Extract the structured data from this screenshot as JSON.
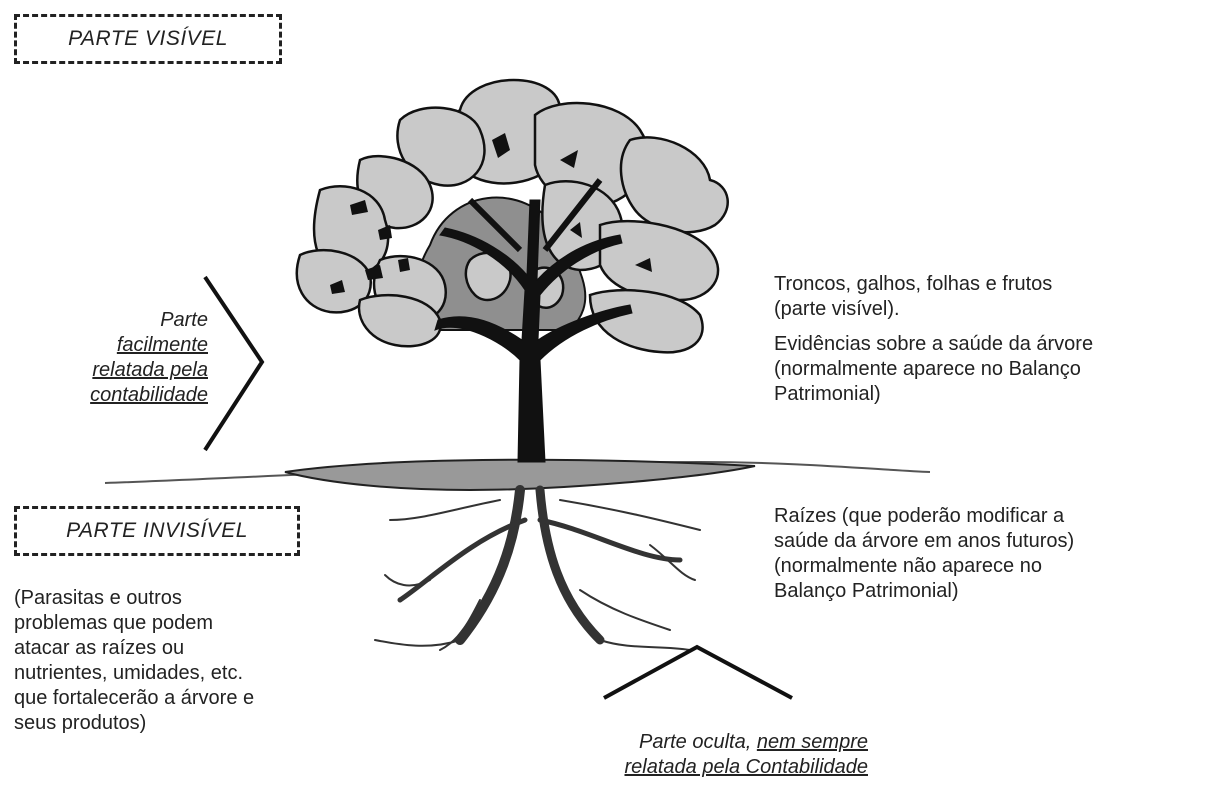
{
  "labels": {
    "visible_box": "PARTE VISÍVEL",
    "invisible_box": "PARTE INVISÍVEL"
  },
  "left_visible_note": {
    "line1": "Parte",
    "line2": "facilmente",
    "line3": "relatada pela",
    "line4": "contabilidade"
  },
  "right_top": {
    "line1": "Troncos, galhos, folhas e frutos",
    "line2": "(parte visível).",
    "line3": "Evidências sobre a saúde da árvore",
    "line4": "(normalmente aparece no Balanço",
    "line5": "Patrimonial)"
  },
  "right_bottom": {
    "line1": "Raízes (que poderão modificar a",
    "line2": "saúde da árvore em anos futuros)",
    "line3": "(normalmente não aparece no",
    "line4": "Balanço Patrimonial)"
  },
  "left_invisible_note": {
    "line1": "(Parasitas e outros",
    "line2": "problemas que podem",
    "line3": "atacar as raízes ou",
    "line4": "nutrientes, umidades, etc.",
    "line5": "que fortalecerão a árvore e",
    "line6": "seus produtos)"
  },
  "bottom_note": {
    "part1": "Parte oculta, ",
    "part2": "nem sempre",
    "line2": "relatada pela Contabilidade"
  }
}
